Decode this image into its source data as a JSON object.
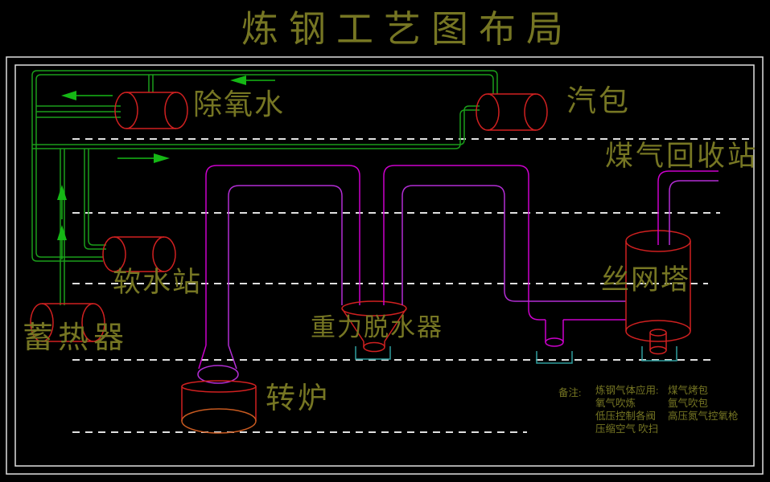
{
  "title": "炼钢工艺图布局",
  "colors": {
    "background": "#000000",
    "olive": "#767623",
    "red": "#d02020",
    "orange": "#c85a20",
    "green": "#1a9e1a",
    "arrow_green": "#15b715",
    "magenta": "#cc00cc",
    "violet": "#b22dd4",
    "cyan": "#2f9e9e",
    "white": "#e0e0e0"
  },
  "equipment_labels": {
    "deaerator": "除氧水",
    "steam_drum": "汽包",
    "gas_recovery_station": "煤气回收站",
    "soft_water_station": "软水站",
    "mesh_tower": "丝网塔",
    "heat_accumulator": "蓄热器",
    "gravity_dehydrator": "重力脱水器",
    "converter": "转炉"
  },
  "notes": {
    "prefix": "备注:",
    "rows": [
      {
        "c1": "炼钢气体应用:",
        "c2": "煤气烤包"
      },
      {
        "c1": "氧气吹炼",
        "c2": "氩气吹包"
      },
      {
        "c1": "低压控制各阀",
        "c2": "高压氮气控氧枪"
      },
      {
        "c1": "压缩空气 吹扫",
        "c2": ""
      }
    ]
  }
}
